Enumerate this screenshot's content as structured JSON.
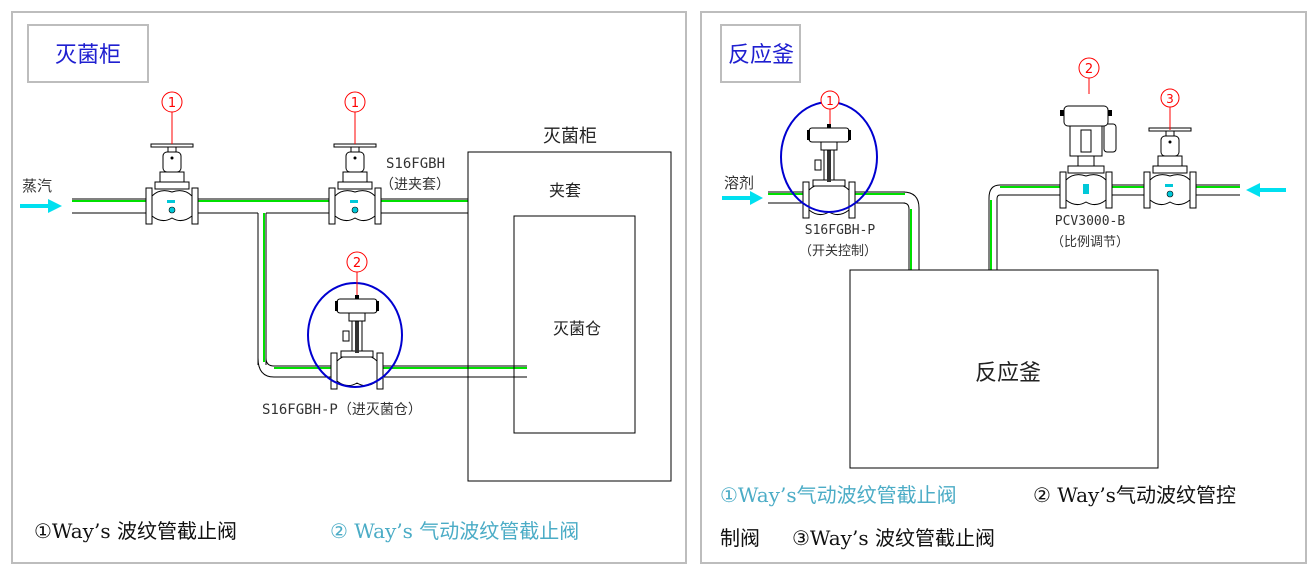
{
  "left_panel": {
    "title": "灭菌柜",
    "inlet_label": "蒸汽",
    "valve_marks": [
      "1",
      "1",
      "2"
    ],
    "valve_top_label_model": "S16FGBH",
    "valve_top_label_note": "（进夹套）",
    "valve_bottom_label": "S16FGBH-P（进灭菌仓）",
    "tank_label": "灭菌柜",
    "jacket_label": "夹套",
    "chamber_label": "灭菌仓",
    "legend_1": "①Way’s 波纹管截止阀",
    "legend_2": "②  Way’s 气动波纹管截止阀"
  },
  "right_panel": {
    "title": "反应釜",
    "inlet_label": "溶剂",
    "valve_marks": [
      "1",
      "2",
      "3"
    ],
    "valve1_model": "S16FGBH-P",
    "valve1_note": "（开关控制）",
    "valve2_model": "PCV3000-B",
    "valve2_note": "（比例调节）",
    "reactor_label": "反应釜",
    "legend_1": "①Way’s气动波纹管截止阀",
    "legend_2a": "②  Way’s气动波纹管控",
    "legend_2b": "制阀",
    "legend_3": "③Way’s 波纹管截止阀"
  },
  "colors": {
    "title_blue": "#1f1fd0",
    "legend_highlight": "#4bacc6",
    "pipe_green": "#00e000",
    "arrow_cyan": "#00e0f0",
    "mark_red": "#ff0000",
    "ellipse_blue": "#0000d0"
  }
}
